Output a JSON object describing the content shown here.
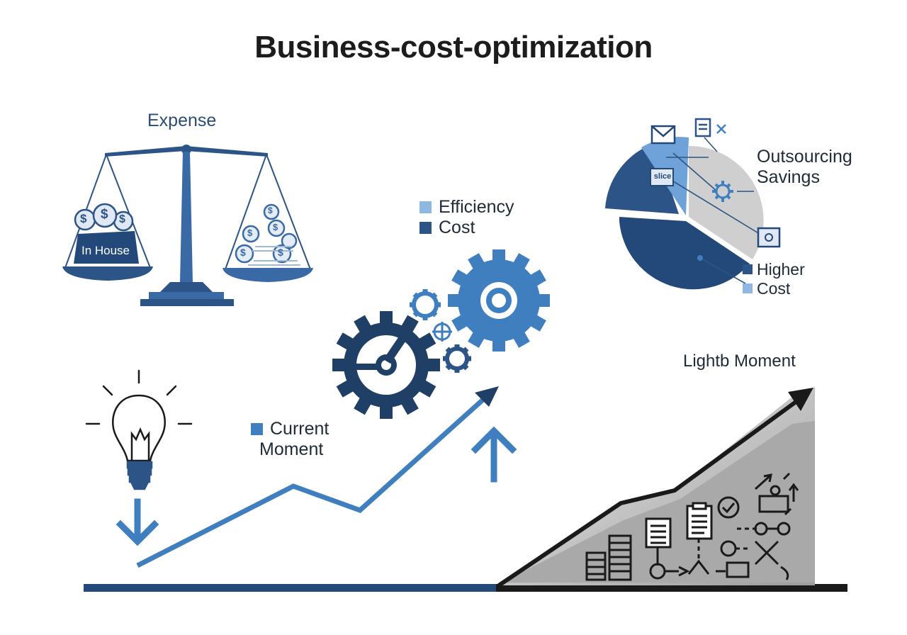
{
  "title": "Business-cost-optimization",
  "scale": {
    "heading": "Expense",
    "left_pan_label": "In House",
    "coin_glyph": "$"
  },
  "gears_legend": [
    {
      "label": "Efficiency",
      "color": "#8fb8e0"
    },
    {
      "label": "Cost",
      "color": "#2c5486"
    }
  ],
  "pie": {
    "label": "Outsourcing Savings",
    "chip_text": "slice",
    "legend": [
      {
        "label": "Higher",
        "color": "#2c5486"
      },
      {
        "label": "Cost",
        "color": "#8fb8e0"
      }
    ],
    "colors": {
      "dark": "#2c5486",
      "light": "#cfcfcf",
      "accent": "#6fa2d8"
    }
  },
  "current_moment": {
    "label_line1": "Current",
    "label_line2": "Moment",
    "color": "#3f7fc0"
  },
  "right_chart": {
    "label": "Lightb Moment"
  },
  "colors": {
    "navy": "#1f3f66",
    "blue": "#3f7fc0",
    "steel": "#2c5486",
    "gray": "#a9a9a9",
    "black": "#1a1a1a"
  }
}
